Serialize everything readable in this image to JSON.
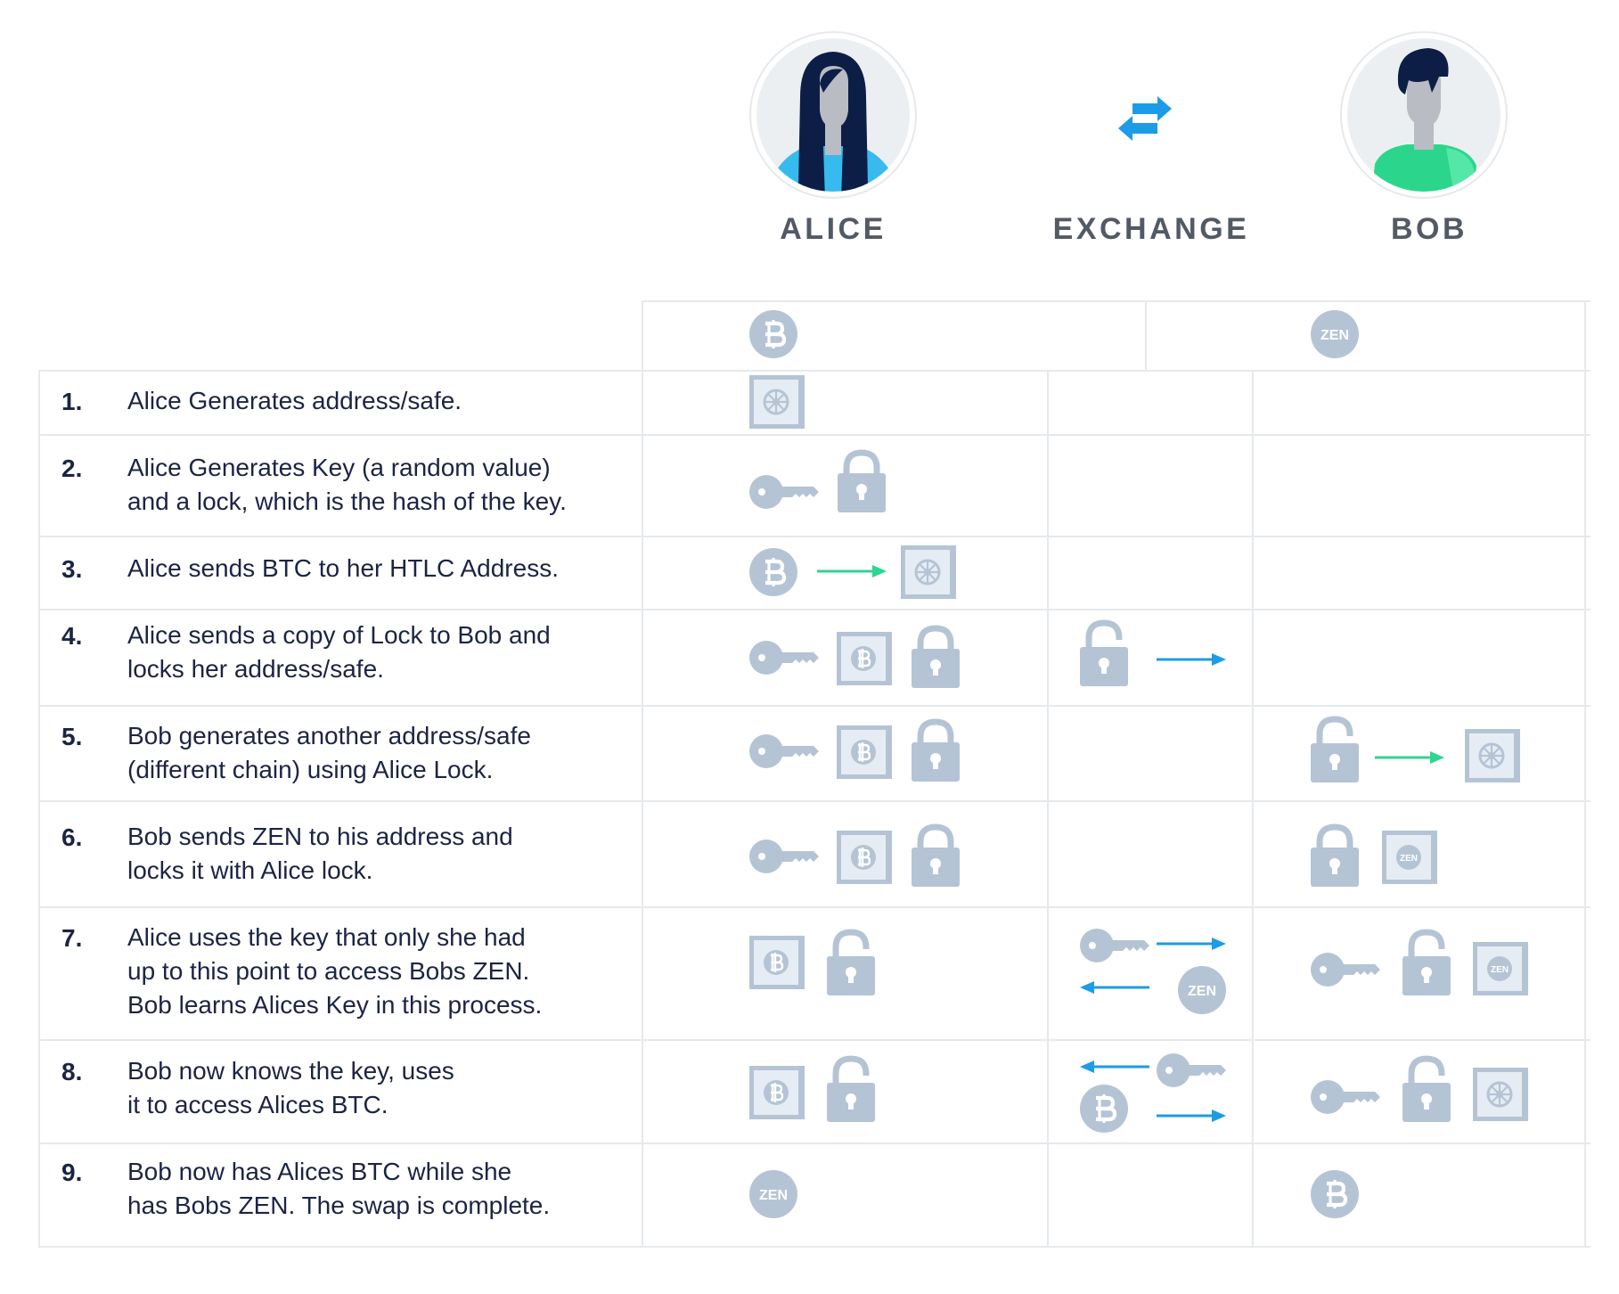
{
  "header": {
    "alice_label": "ALICE",
    "exchange_label": "EXCHANGE",
    "bob_label": "BOB"
  },
  "columns": {
    "alice_coin": "BTC",
    "bob_coin": "ZEN"
  },
  "coin_text": "ZEN",
  "colors": {
    "icon_gray": "#b5c4d5",
    "icon_inner": "#e6ecf3",
    "green_arrow": "#2ed591",
    "blue_arrow": "#1c9ce6",
    "alice_top": "#37bbee",
    "bob_shirt": "#2bd68c",
    "hair": "#0d1e46",
    "text_dark": "#1c2444",
    "text_label": "#525a66",
    "grid": "#e6e9ed"
  },
  "steps": [
    {
      "num": "1.",
      "lines": [
        "Alice Generates address/safe."
      ]
    },
    {
      "num": "2.",
      "lines": [
        "Alice Generates Key (a random value)",
        "and a lock, which is the hash of the key."
      ]
    },
    {
      "num": "3.",
      "lines": [
        "Alice sends BTC to her HTLC Address."
      ]
    },
    {
      "num": "4.",
      "lines": [
        "Alice sends a copy of Lock to Bob and",
        "locks her address/safe."
      ]
    },
    {
      "num": "5.",
      "lines": [
        "Bob generates another address/safe",
        "(different chain) using Alice Lock."
      ]
    },
    {
      "num": "6.",
      "lines": [
        "Bob sends ZEN to his address and",
        "locks it with Alice lock."
      ]
    },
    {
      "num": "7.",
      "lines": [
        "Alice uses the key that only she had",
        "up to this point to access Bobs ZEN.",
        "Bob learns Alices Key in this process."
      ]
    },
    {
      "num": "8.",
      "lines": [
        "Bob now knows the key, uses",
        "it to access Alices BTC."
      ]
    },
    {
      "num": "9.",
      "lines": [
        "Bob now has Alices BTC while she",
        "has Bobs ZEN. The swap is complete."
      ]
    }
  ]
}
